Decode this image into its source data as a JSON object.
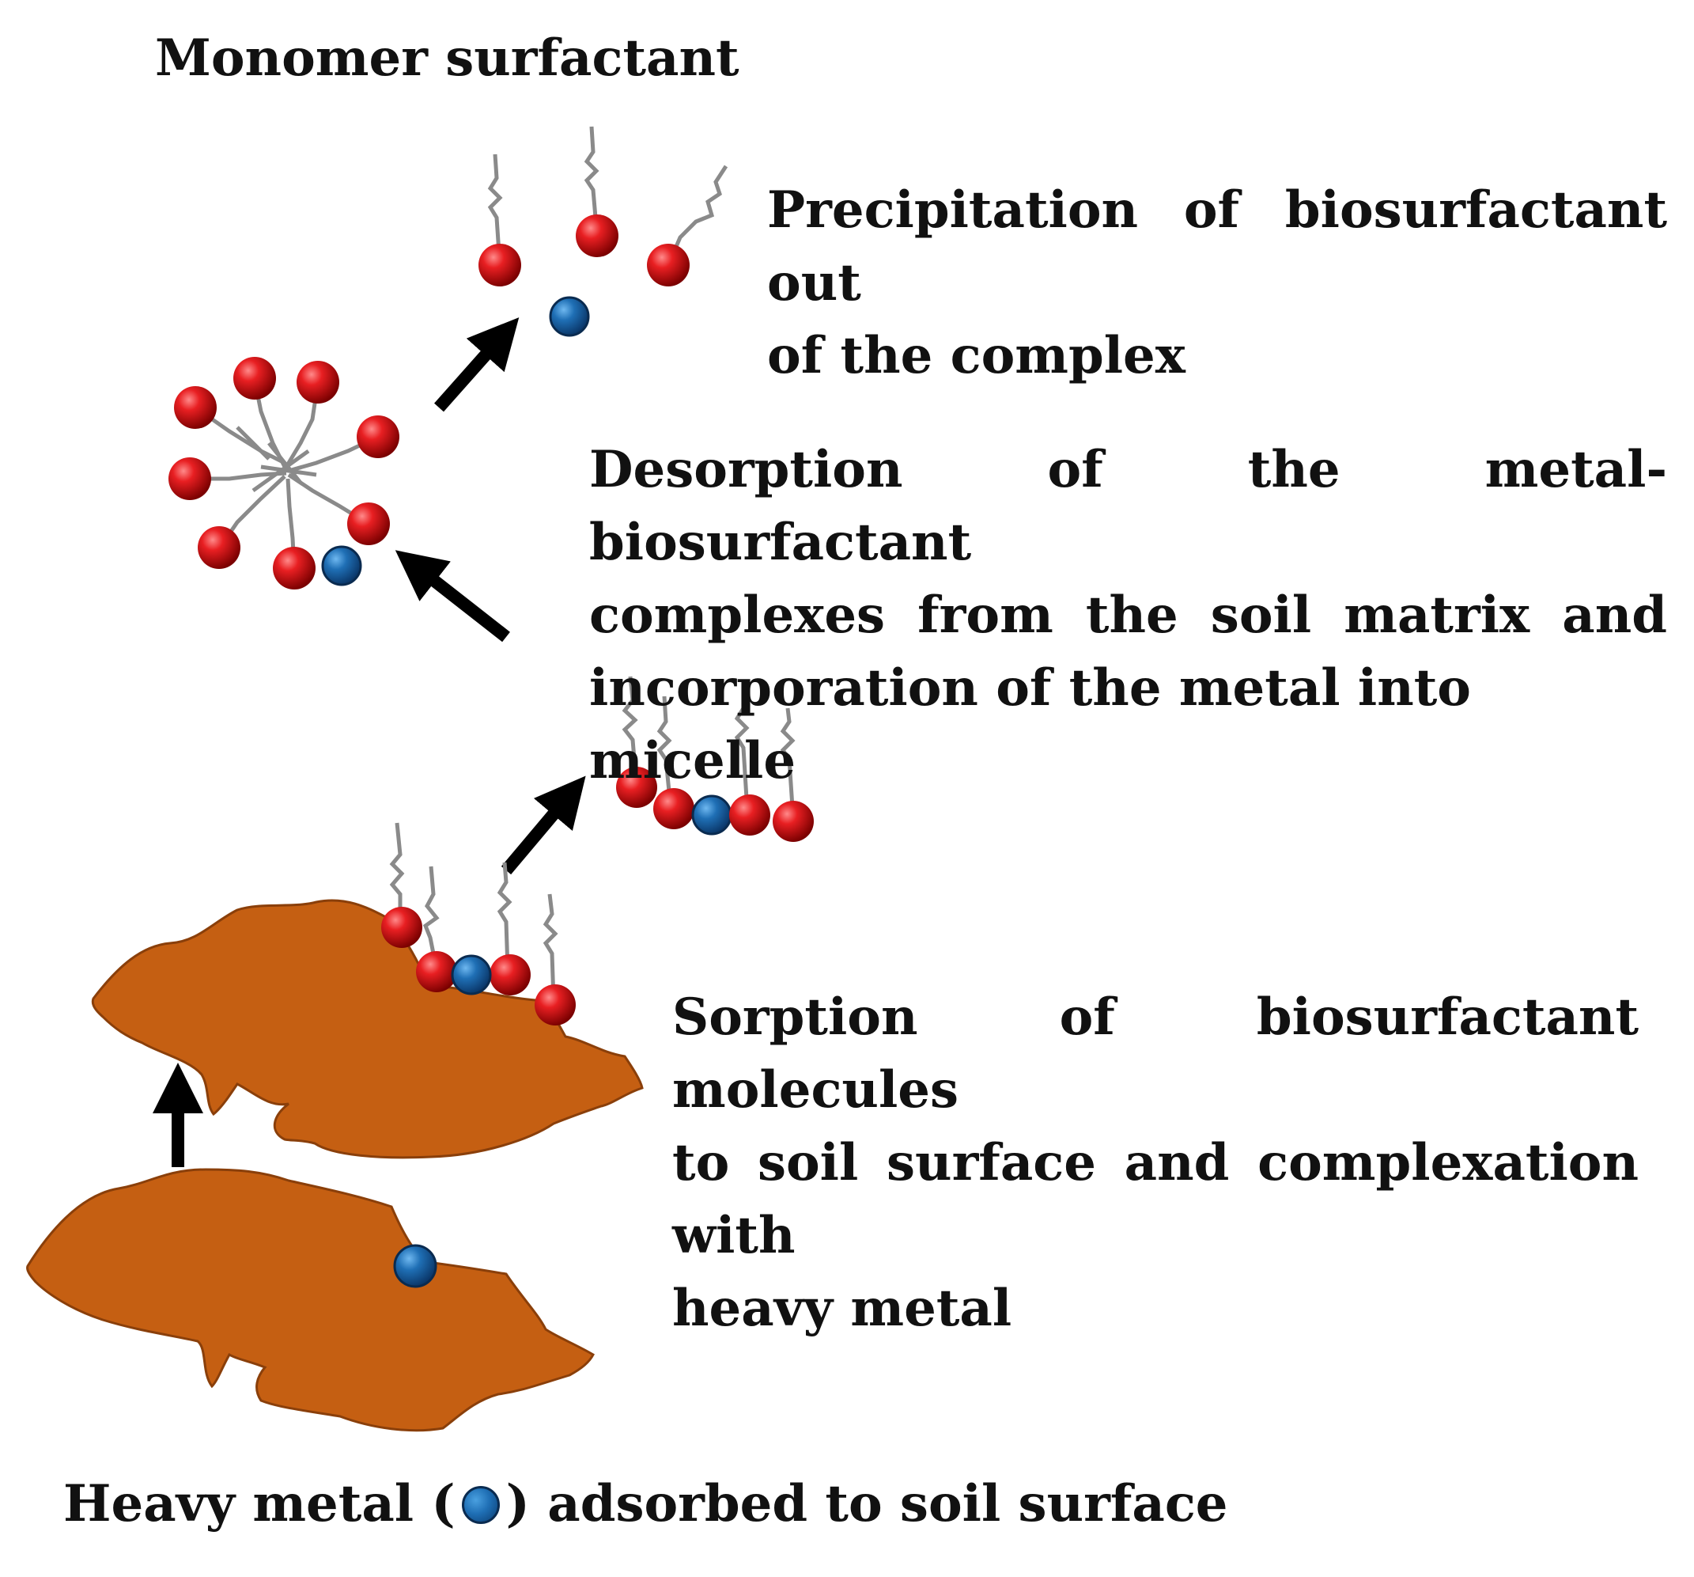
{
  "labels": {
    "monomer": "Monomer surfactant",
    "precipitation": {
      "line1": "Precipitation of biosurfactant out",
      "line2": "of the complex"
    },
    "desorption": {
      "line1": "Desorption of the metal-biosurfactant",
      "line2": "complexes from the soil matrix and",
      "line3": "incorporation of the metal into micelle"
    },
    "sorption": {
      "line1": "Sorption of biosurfactant molecules",
      "line2": "to soil surface and complexation with",
      "line3": "heavy metal"
    },
    "heavy_metal": {
      "prefix": "Heavy metal (",
      "suffix": ") adsorbed to soil surface"
    }
  },
  "colors": {
    "soil": "#c55f12",
    "surfactant_head": "#e0141a",
    "metal": "#1f6fb5",
    "tail": "#8a8a8a",
    "arrow": "#000000"
  }
}
